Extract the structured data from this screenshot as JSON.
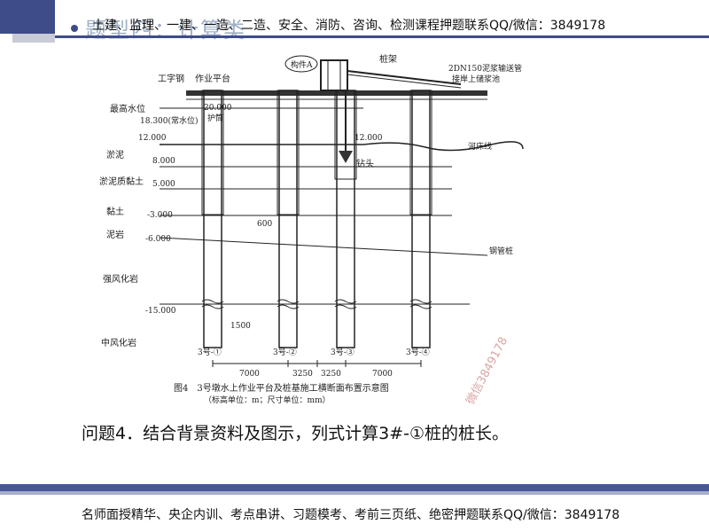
{
  "slide": {
    "title": "题型四：计算类",
    "banner": "土建、监理、一建、一造、二造、安全、消防、咨询、检测课程押题联系QQ/微信：3849178",
    "question": "问题4．结合背景资料及图示，列式计算3#-①桩的桩长。",
    "footer": "名师面授精华、央企内训、考点串讲、习题模考、考前三页纸、绝密押题联系QQ/微信：3849178",
    "watermark": "微信3849178"
  },
  "figure": {
    "labels": {
      "i_beam": "工字钢",
      "platform": "作业平台",
      "component_a": "构件A",
      "pile_frame": "桩架",
      "pipe": "2DN150泥浆输送管",
      "pipe_sub": "接岸上储浆池",
      "riverbed": "河床线",
      "drill_bit": "钻头",
      "steel_casing": "钢管桩",
      "casing_label": "护筒",
      "dim_600": "600",
      "dim_1500": "1500"
    },
    "elevations": {
      "top": "20.000",
      "highest_water_label": "最高水位",
      "normal_water": "18.300(常水位)",
      "riverbed_left": "12.000",
      "riverbed_right": "12.000",
      "silt_bottom": "8.000",
      "silty_clay_bottom": "5.000",
      "clay_bottom": "-3.000",
      "mudstone_bottom": "-6.000",
      "weathered_bottom": "-15.000"
    },
    "strata": {
      "silt": "淤泥",
      "silty_clay": "淤泥质黏土",
      "clay": "黏土",
      "mudstone": "泥岩",
      "strong_weathered": "强风化岩",
      "moderate_weathered": "中风化岩"
    },
    "piles": [
      "3号-①",
      "3号-②",
      "3号-③",
      "3号-④"
    ],
    "spacings": [
      "7000",
      "3250",
      "3250",
      "7000"
    ],
    "caption": "图4　3号墩水上作业平台及桩基施工横断面布置示意图",
    "caption_sub": "（标高单位：m；尺寸单位：mm）"
  }
}
